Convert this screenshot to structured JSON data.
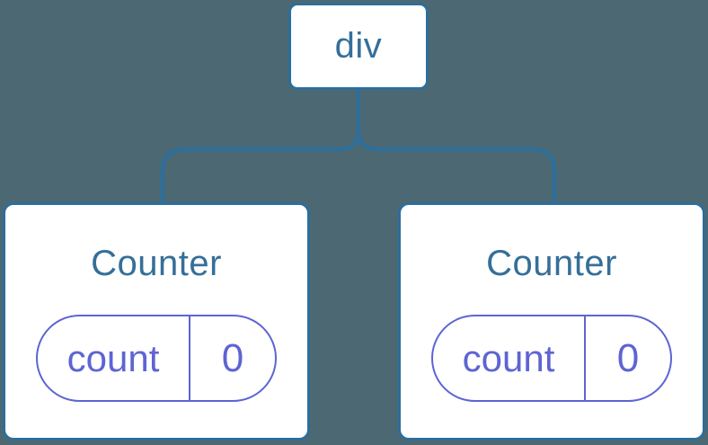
{
  "colors": {
    "background": "#4c6872",
    "line_blue": "#2d6e9b",
    "label_blue": "#356f99",
    "state_purple": "#5e64d3",
    "card_background": "#ffffff"
  },
  "tree": {
    "root": {
      "label": "div"
    },
    "children": [
      {
        "title": "Counter",
        "state": {
          "key": "count",
          "value": "0"
        }
      },
      {
        "title": "Counter",
        "state": {
          "key": "count",
          "value": "0"
        }
      }
    ]
  }
}
